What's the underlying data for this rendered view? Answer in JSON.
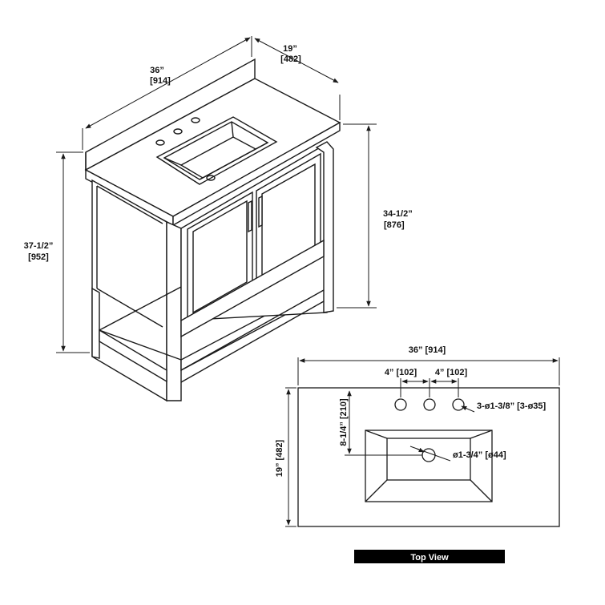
{
  "iso": {
    "width_in": "36”",
    "width_mm": "[914]",
    "depth_in": "19”",
    "depth_mm": "[482]",
    "height_in": "37-1/2”",
    "height_mm": "[952]",
    "counter_height_in": "34-1/2”",
    "counter_height_mm": "[876]"
  },
  "top": {
    "width": "36” [914]",
    "spacing1": "4” [102]",
    "spacing2": "4” [102]",
    "holes": "3-ø1-3/8” [3-ø35]",
    "drain": "ø1-3/4” [ø44]",
    "offset": "8-1/4” [210]",
    "depth": "19” [482]",
    "banner": "Top View"
  },
  "colors": {
    "line": "#1a1a1a",
    "banner_bg": "#000000",
    "banner_text": "#ffffff"
  }
}
